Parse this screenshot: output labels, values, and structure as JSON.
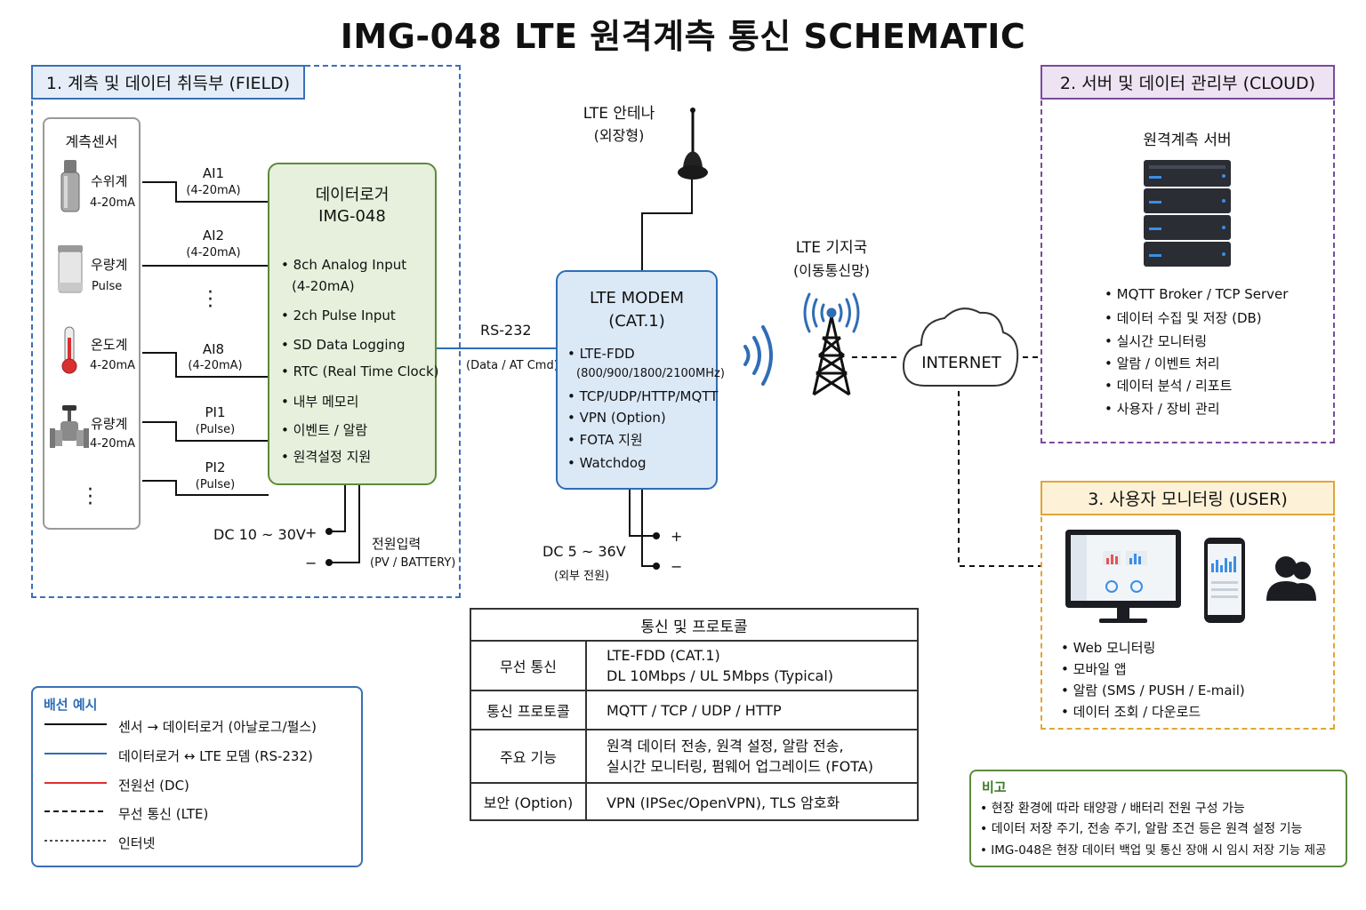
{
  "title": "IMG-048 LTE 원격계측 통신 SCHEMATIC",
  "colors": {
    "field": "#3a6fb5",
    "cloud": "#7b4a9c",
    "user": "#e0a636",
    "logger_fill": "#e6f0dc",
    "logger_border": "#5e8a3a",
    "modem_fill": "#dbe8f6",
    "modem_border": "#2f6db5",
    "signal_line": "#2f6db5",
    "dc_line": "#e03030"
  },
  "field": {
    "heading": "1. 계측 및 데이터 취득부 (FIELD)",
    "sensor_group_title": "계측센서",
    "sensors": [
      {
        "name": "수위계",
        "signal": "4-20mA",
        "icon": "level-sensor-icon"
      },
      {
        "name": "우량계",
        "signal": "Pulse",
        "icon": "rain-gauge-icon"
      },
      {
        "name": "온도계",
        "signal": "4-20mA",
        "icon": "thermometer-icon"
      },
      {
        "name": "유량계",
        "signal": "4-20mA",
        "icon": "flow-valve-icon"
      }
    ],
    "channels": [
      {
        "name": "AI1",
        "type": "(4-20mA)"
      },
      {
        "name": "AI2",
        "type": "(4-20mA)"
      },
      {
        "name": "AI8",
        "type": "(4-20mA)"
      },
      {
        "name": "PI1",
        "type": "(Pulse)"
      },
      {
        "name": "PI2",
        "type": "(Pulse)"
      }
    ],
    "logger": {
      "title1": "데이터로거",
      "title2": "IMG-048",
      "features": [
        "8ch Analog Input",
        "(4-20mA)",
        "2ch Pulse Input",
        "SD Data Logging",
        "RTC (Real Time Clock)",
        "내부 메모리",
        "이벤트 / 알람",
        "원격설정 지원"
      ]
    },
    "power": {
      "voltage": "DC 10 ~ 30V",
      "plus": "+",
      "minus": "−",
      "label": "전원입력",
      "source": "(PV / BATTERY)"
    }
  },
  "rs232": {
    "label": "RS-232",
    "sub": "(Data / AT Cmd)"
  },
  "antenna": {
    "label1": "LTE 안테나",
    "label2": "(외장형)"
  },
  "modem": {
    "title1": "LTE MODEM",
    "title2": "(CAT.1)",
    "features": [
      "LTE-FDD",
      "(800/900/1800/2100MHz)",
      "TCP/UDP/HTTP/MQTT",
      "VPN (Option)",
      "FOTA 지원",
      "Watchdog"
    ],
    "power": {
      "voltage": "DC 5 ~ 36V",
      "sub": "(외부 전원)",
      "plus": "+",
      "minus": "−"
    }
  },
  "tower": {
    "label1": "LTE 기지국",
    "label2": "(이동통신망)"
  },
  "internet": "INTERNET",
  "cloud": {
    "heading": "2. 서버 및 데이터 관리부 (CLOUD)",
    "server_title": "원격계측 서버",
    "items": [
      "MQTT Broker / TCP Server",
      "데이터 수집 및 저장 (DB)",
      "실시간 모니터링",
      "알람 / 이벤트 처리",
      "데이터 분석 / 리포트",
      "사용자 / 장비 관리"
    ]
  },
  "user": {
    "heading": "3. 사용자 모니터링 (USER)",
    "items": [
      "Web 모니터링",
      "모바일 앱",
      "알람 (SMS / PUSH / E-mail)",
      "데이터 조회 / 다운로드"
    ]
  },
  "protocol_table": {
    "title": "통신 및 프로토콜",
    "rows": [
      {
        "key": "무선 통신",
        "line1": "LTE-FDD  (CAT.1)",
        "line2": "DL 10Mbps / UL 5Mbps (Typical)"
      },
      {
        "key": "통신 프로토콜",
        "line1": "MQTT / TCP / UDP / HTTP",
        "line2": ""
      },
      {
        "key": "주요 기능",
        "line1": "원격 데이터 전송, 원격 설정, 알람 전송,",
        "line2": "실시간 모니터링, 펌웨어 업그레이드 (FOTA)"
      },
      {
        "key": "보안 (Option)",
        "line1": "VPN (IPSec/OpenVPN), TLS 암호화",
        "line2": ""
      }
    ]
  },
  "legend": {
    "title": "배선 예시",
    "items": [
      {
        "label": "센서 → 데이터로거 (아날로그/펄스)",
        "style": "solid-black"
      },
      {
        "label": "데이터로거 ↔ LTE 모뎀 (RS-232)",
        "style": "solid-blue"
      },
      {
        "label": "전원선 (DC)",
        "style": "solid-red"
      },
      {
        "label": "무선 통신 (LTE)",
        "style": "dashed"
      },
      {
        "label": "인터넷",
        "style": "dotted"
      }
    ]
  },
  "notes": {
    "title": "비고",
    "items": [
      "• 현장 환경에 따라 태양광 / 배터리 전원 구성 가능",
      "• 데이터 저장 주기, 전송 주기, 알람 조건 등은 원격 설정 기능",
      "• IMG-048은 현장 데이터 백업 및 통신 장애 시 임시 저장 기능 제공"
    ]
  }
}
